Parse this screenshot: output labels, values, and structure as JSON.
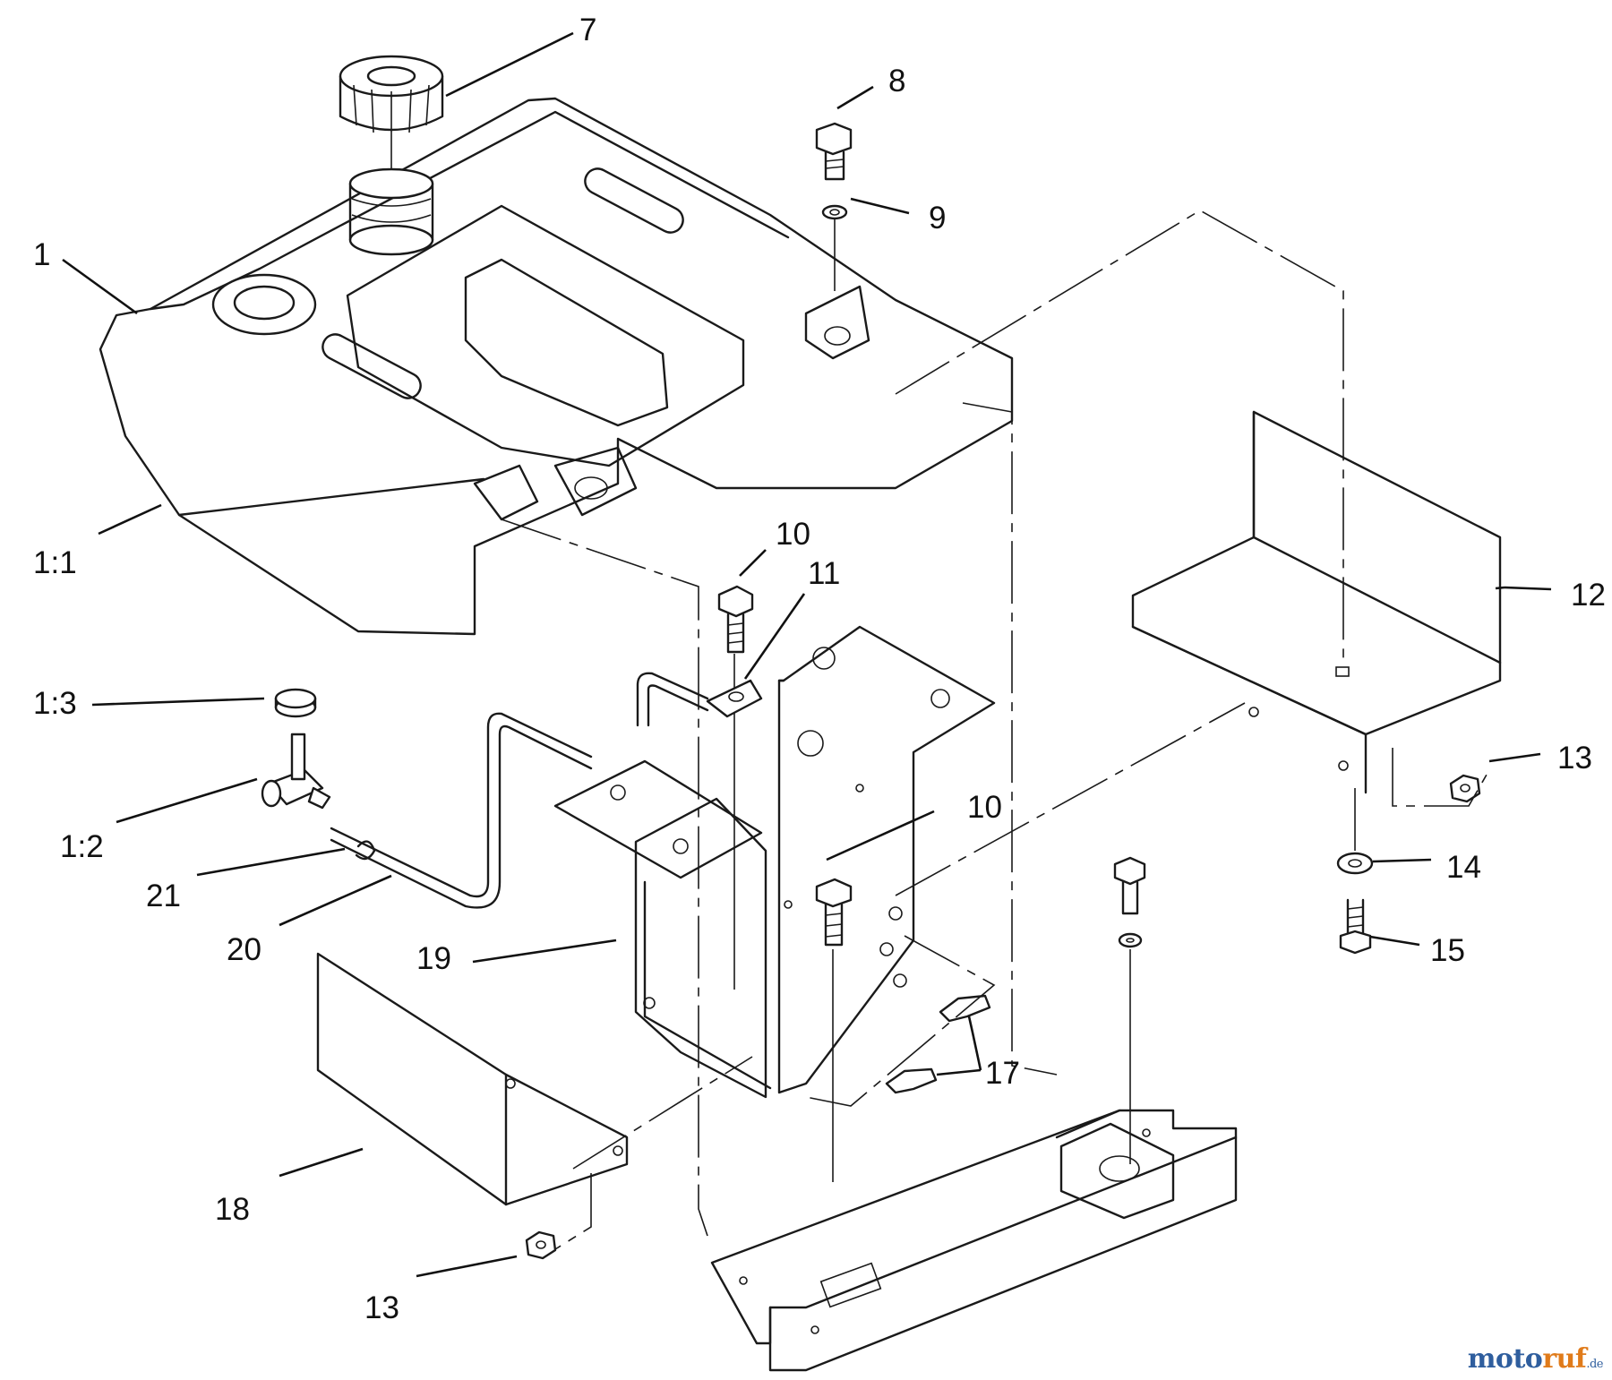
{
  "callouts": {
    "c7": "7",
    "c8": "8",
    "c9": "9",
    "c1": "1",
    "c1_1": "1:1",
    "c10a": "10",
    "c11": "11",
    "c12": "12",
    "c1_3": "1:3",
    "c1_2": "1:2",
    "c13a": "13",
    "c10b": "10",
    "c14": "14",
    "c21": "21",
    "c20": "20",
    "c15": "15",
    "c19": "19",
    "c17": "17",
    "c18": "18",
    "c13b": "13"
  },
  "watermark": {
    "part1": "moto",
    "part2": "ruf",
    "part3": ".de"
  }
}
